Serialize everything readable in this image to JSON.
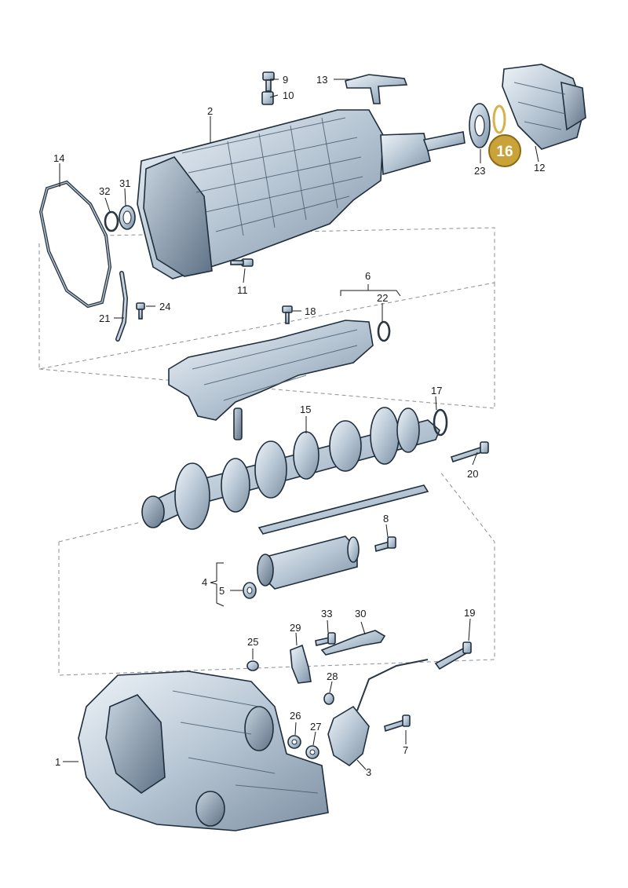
{
  "highlight": {
    "part": "16",
    "color": "#c9a33a"
  },
  "callouts": {
    "p1": "1",
    "p2": "2",
    "p3": "3",
    "p4": "4",
    "p5": "5",
    "p6": "6",
    "p7": "7",
    "p8": "8",
    "p9": "9",
    "p10": "10",
    "p11": "11",
    "p12": "12",
    "p13": "13",
    "p14": "14",
    "p15": "15",
    "p16": "16",
    "p17": "17",
    "p18": "18",
    "p19": "19",
    "p20": "20",
    "p21": "21",
    "p22": "22",
    "p23": "23",
    "p24": "24",
    "p25": "25",
    "p26": "26",
    "p27": "27",
    "p28": "28",
    "p29": "29",
    "p30": "30",
    "p31": "31",
    "p32": "32",
    "p33": "33"
  },
  "parts": [
    "transmission-housing",
    "case-cover",
    "shift-selector",
    "gear-actuator-cylinder",
    "seal-washer",
    "mechatronic-valve-body",
    "bolt",
    "bolt",
    "bolt",
    "sleeve",
    "bolt",
    "rear-cover",
    "bracket",
    "gasket",
    "gear-shaft-assembly",
    "o-ring",
    "o-ring",
    "bolt",
    "bolt",
    "bolt",
    "tube",
    "o-ring",
    "bearing",
    "bolt",
    "plug",
    "seal",
    "seal",
    "plug",
    "sensor",
    "shift-bracket",
    "bearing",
    "circlip",
    "bolt"
  ]
}
